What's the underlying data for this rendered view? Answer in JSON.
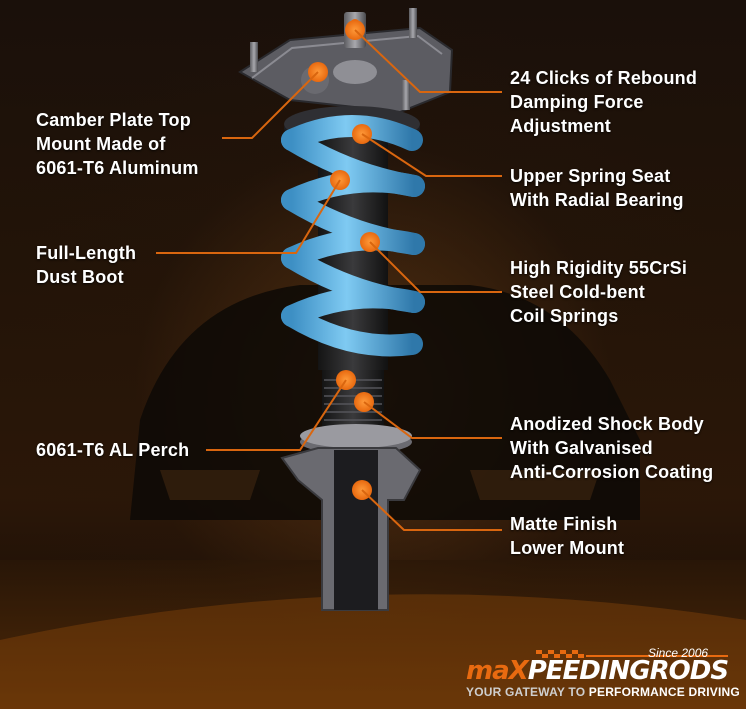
{
  "callouts": {
    "camber": [
      "Camber Plate Top",
      "Mount Made of",
      "6061-T6 Aluminum"
    ],
    "rebound": [
      "24 Clicks of Rebound",
      "Damping Force",
      "Adjustment"
    ],
    "spring_seat": [
      "Upper Spring Seat",
      "With Radial Bearing"
    ],
    "dust_boot": [
      "Full-Length",
      "Dust Boot"
    ],
    "springs": [
      "High Rigidity 55CrSi",
      "Steel Cold-bent",
      "Coil Springs"
    ],
    "shock_body": [
      "Anodized Shock Body",
      "With Galvanised",
      "Anti-Corrosion Coating"
    ],
    "perch": [
      "6061-T6 AL Perch"
    ],
    "lower_mount": [
      "Matte Finish",
      "Lower Mount"
    ]
  },
  "brand": {
    "name_part1": "maX",
    "name_part2": "PEEDINGRODS",
    "since": "Since 2006",
    "tagline_prefix": "YOUR GATEWAY TO ",
    "tagline_highlight": "PERFORMANCE DRIVING"
  },
  "colors": {
    "accent": "#e86a10",
    "spring": "#5ab2e6",
    "line": "#d9660f"
  }
}
